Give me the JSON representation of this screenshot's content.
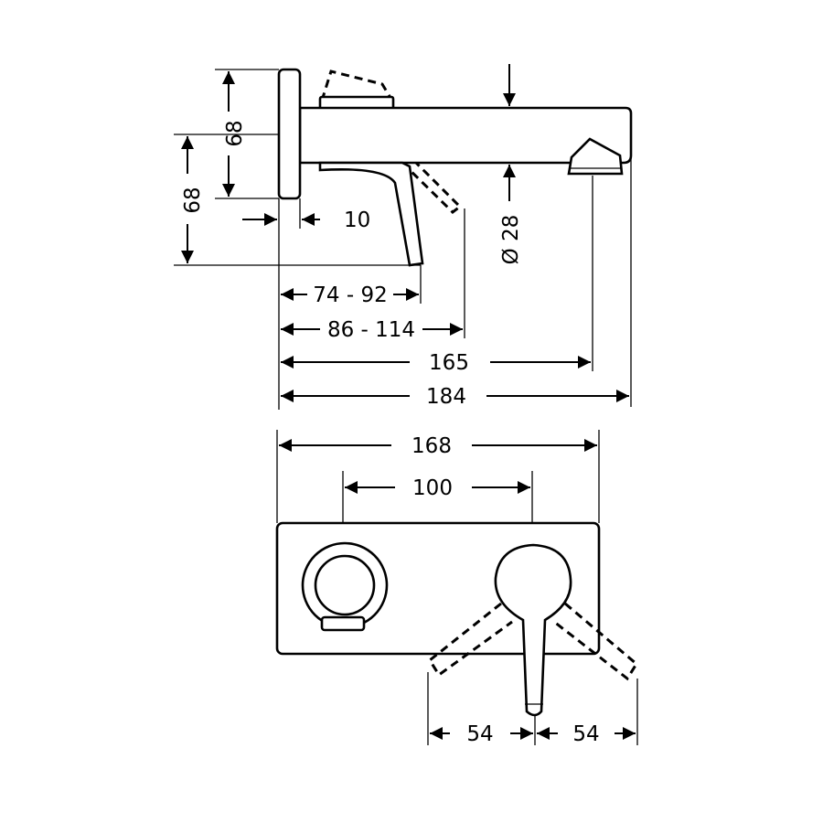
{
  "drawing": {
    "side_view": {
      "wall_plate_height": "68",
      "lever_height": "68",
      "plate_thickness": "10",
      "spout_diameter": "Ø 28",
      "lever_reach": "74 - 92",
      "lever_reach_max": "86 - 114",
      "outlet_projection": "165",
      "total_projection": "184"
    },
    "front_view": {
      "plate_width": "168",
      "center_distance": "100",
      "lever_swing_left": "54",
      "lever_swing_right": "54"
    }
  }
}
